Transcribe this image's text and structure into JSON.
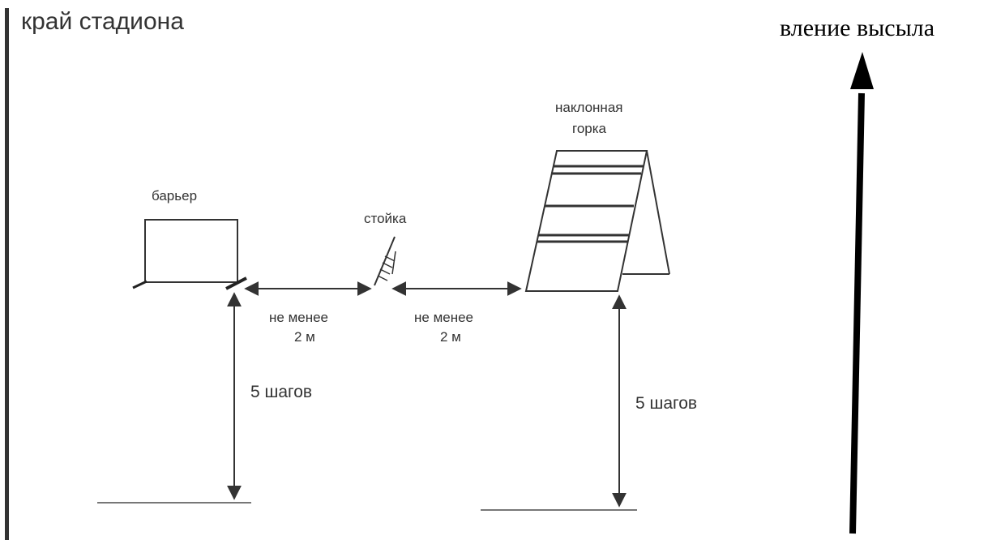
{
  "labels": {
    "stadium_edge": "край стадиона",
    "direction": "вление высыла",
    "barrier": "барьер",
    "post": "стойка",
    "ramp_line1": "наклонная",
    "ramp_line2": "горка",
    "gap1_line1": "не менее",
    "gap1_line2": "2 м",
    "gap2_line1": "не менее",
    "gap2_line2": "2 м",
    "steps_left": "5 шагов",
    "steps_right": "5 шагов"
  }
}
